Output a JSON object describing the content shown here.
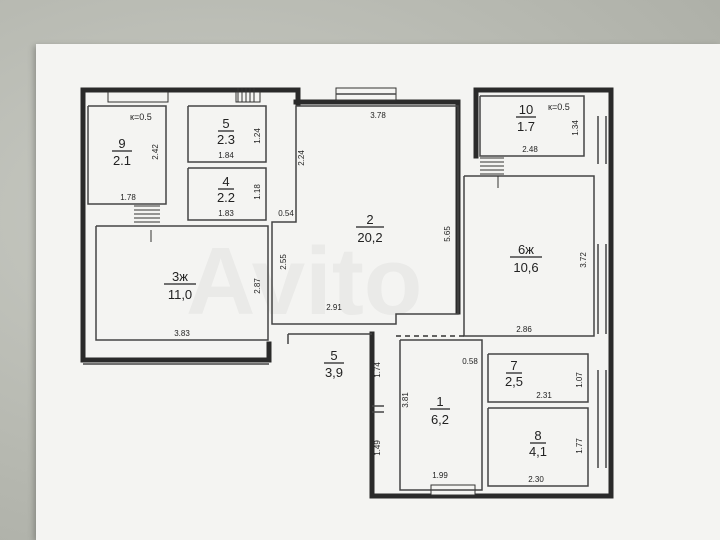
{
  "watermark": "Avito",
  "rooms": [
    {
      "id": "9",
      "num": "9",
      "area": "2.1",
      "coef": "к=0.5",
      "dims": [
        "2.42",
        "1.78"
      ]
    },
    {
      "id": "5a",
      "num": "5",
      "area": "2.3",
      "coef": "",
      "dims": [
        "1.24",
        "1.84"
      ]
    },
    {
      "id": "4",
      "num": "4",
      "area": "2.2",
      "coef": "",
      "dims": [
        "1.18",
        "1.83"
      ]
    },
    {
      "id": "2",
      "num": "2",
      "area": "20,2",
      "coef": "",
      "dims": [
        "3.78",
        "2.24",
        "0.54",
        "2.55",
        "5.65",
        "2.91"
      ]
    },
    {
      "id": "10",
      "num": "10",
      "area": "1.7",
      "coef": "к=0.5",
      "dims": [
        "1.34",
        "2.48"
      ]
    },
    {
      "id": "6",
      "num": "6ж",
      "area": "10,6",
      "coef": "",
      "dims": [
        "3.72",
        "2.86"
      ]
    },
    {
      "id": "3",
      "num": "3ж",
      "area": "11,0",
      "coef": "",
      "dims": [
        "2.87",
        "3.83"
      ]
    },
    {
      "id": "5b",
      "num": "5",
      "area": "3,9",
      "coef": "",
      "dims": [
        "1.74",
        "1.49"
      ]
    },
    {
      "id": "1",
      "num": "1",
      "area": "6,2",
      "coef": "",
      "dims": [
        "3.81",
        "1.99"
      ]
    },
    {
      "id": "7",
      "num": "7",
      "area": "2,5",
      "coef": "",
      "dims": [
        "0.58",
        "1.07",
        "2.31"
      ]
    },
    {
      "id": "8",
      "num": "8",
      "area": "4,1",
      "coef": "",
      "dims": [
        "1.77",
        "2.30"
      ]
    }
  ]
}
